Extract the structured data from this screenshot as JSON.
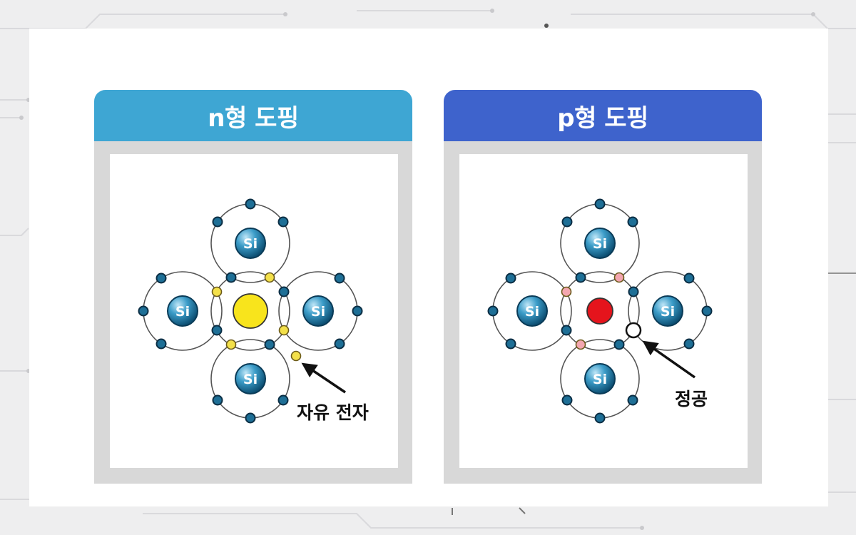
{
  "panels": [
    {
      "title": "n형 도핑",
      "header_color": "#3ea6d3",
      "center_color": "#f8e41c",
      "bond_color": "#f3e04a",
      "free_label": "자유 전자",
      "atom_label": "Si"
    },
    {
      "title": "p형 도핑",
      "header_color": "#3e63cc",
      "center_color": "#e5141c",
      "bond_color": "#f3a6b0",
      "hole_label": "정공",
      "atom_label": "Si"
    }
  ]
}
